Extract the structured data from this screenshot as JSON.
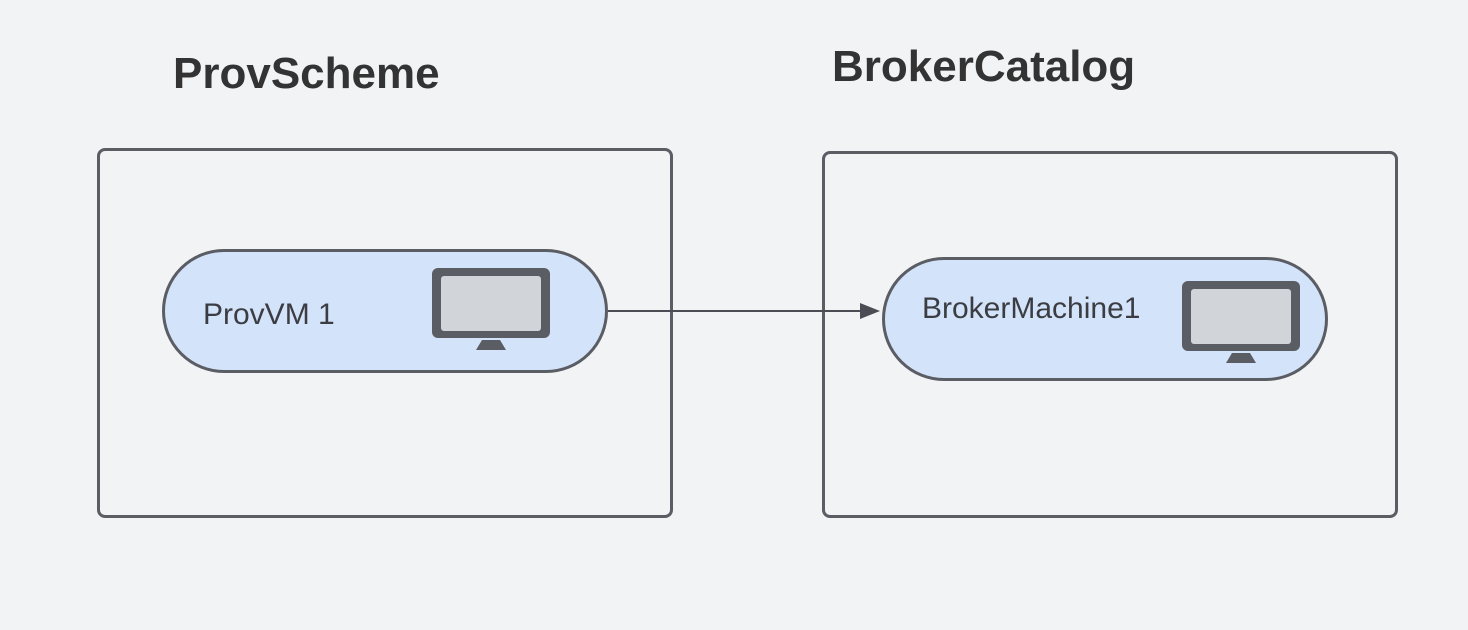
{
  "groups": {
    "left": {
      "title": "ProvScheme"
    },
    "right": {
      "title": "BrokerCatalog"
    }
  },
  "nodes": {
    "left": {
      "label": "ProvVM 1",
      "icon": "monitor-icon"
    },
    "right": {
      "label": "BrokerMachine1",
      "icon": "monitor-icon"
    }
  },
  "connector": {
    "from": "ProvVM 1",
    "to": "BrokerMachine1",
    "style": "arrow"
  },
  "colors": {
    "background": "#f2f3f5",
    "node_fill": "#d3e3fa",
    "stroke": "#5a5d63",
    "text": "#333333",
    "monitor_screen": "#d1d4d9"
  }
}
